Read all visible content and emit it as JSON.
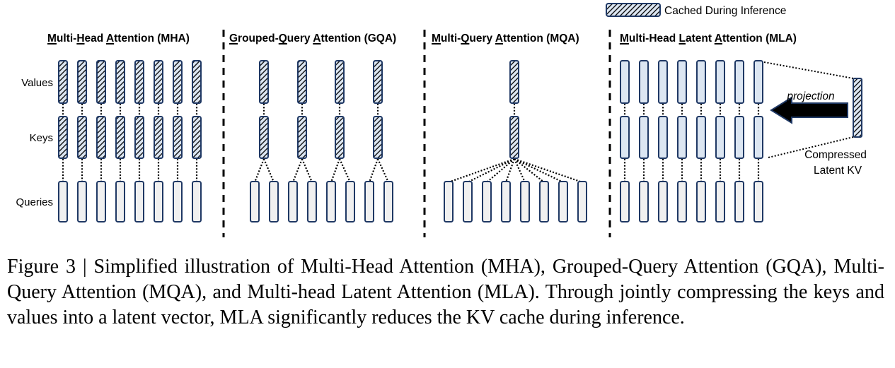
{
  "legend": {
    "label": "Cached During Inference"
  },
  "row_labels": {
    "values": "Values",
    "keys": "Keys",
    "queries": "Queries"
  },
  "panels": [
    {
      "id": "mha",
      "title": "Multi-Head Attention (MHA)",
      "underlined": [
        "M",
        "H",
        "A"
      ],
      "kv_heads": 8,
      "query_heads": 8,
      "kv_cached": true
    },
    {
      "id": "gqa",
      "title": "Grouped-Query Attention (GQA)",
      "underlined": [
        "G",
        "Q",
        "A"
      ],
      "kv_heads": 4,
      "query_heads": 8,
      "kv_cached": true
    },
    {
      "id": "mqa",
      "title": "Multi-Query Attention (MQA)",
      "underlined": [
        "M",
        "Q",
        "A"
      ],
      "kv_heads": 1,
      "query_heads": 8,
      "kv_cached": true
    },
    {
      "id": "mla",
      "title": "Multi-Head Latent Attention (MLA)",
      "underlined": [
        "M",
        "L",
        "A"
      ],
      "kv_heads": 8,
      "query_heads": 8,
      "kv_cached": false
    }
  ],
  "mla": {
    "projection_label": "projection",
    "latent_label_line1": "Compressed",
    "latent_label_line2": "Latent KV"
  },
  "colors": {
    "outline": "#1f3864",
    "kv_fill": "#dce6f2",
    "query_fill": "#f0f0f0",
    "hatch": "#000000"
  },
  "caption": "Figure 3 | Simplified illustration of Multi-Head Attention (MHA), Grouped-Query Atten­tion (GQA), Multi-Query Attention (MQA), and Multi-head Latent Attention (MLA). Through jointly compressing the keys and values into a latent vector, MLA significantly reduces the KV cache during inference."
}
